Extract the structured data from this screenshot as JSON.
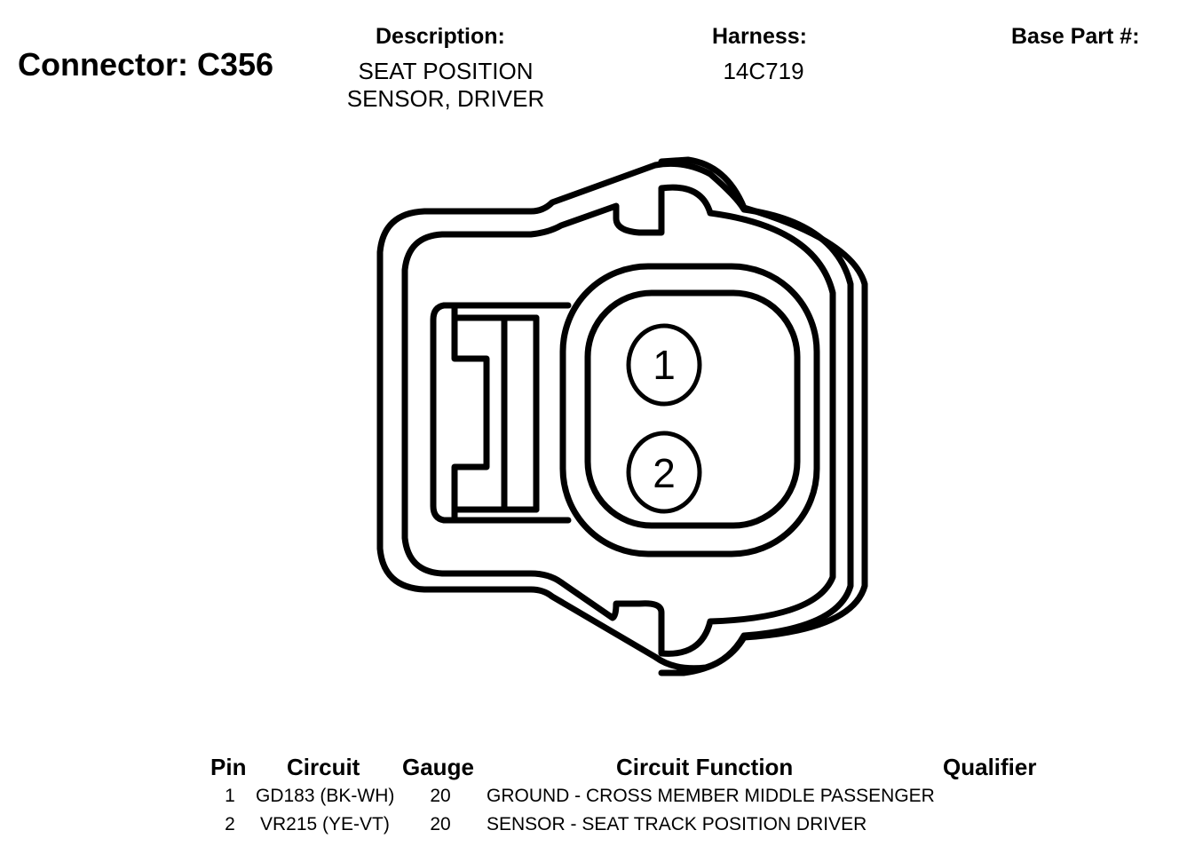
{
  "connector": {
    "label": "Connector: C356"
  },
  "description": {
    "heading": "Description:",
    "lines": [
      "SEAT POSITION",
      "SENSOR, DRIVER"
    ]
  },
  "harness": {
    "heading": "Harness:",
    "value": "14C719"
  },
  "base_part": {
    "heading": "Base Part #:",
    "value": ""
  },
  "diagram": {
    "pin_labels": [
      "1",
      "2"
    ]
  },
  "table": {
    "headers": {
      "pin": "Pin",
      "circuit": "Circuit",
      "gauge": "Gauge",
      "function": "Circuit Function",
      "qualifier": "Qualifier"
    },
    "rows": [
      {
        "pin": "1",
        "circuit": "GD183 (BK-WH)",
        "gauge": "20",
        "function": "GROUND - CROSS MEMBER MIDDLE PASSENGER",
        "qualifier": ""
      },
      {
        "pin": "2",
        "circuit": "VR215 (YE-VT)",
        "gauge": "20",
        "function": "SENSOR - SEAT TRACK POSITION DRIVER",
        "qualifier": ""
      }
    ]
  }
}
